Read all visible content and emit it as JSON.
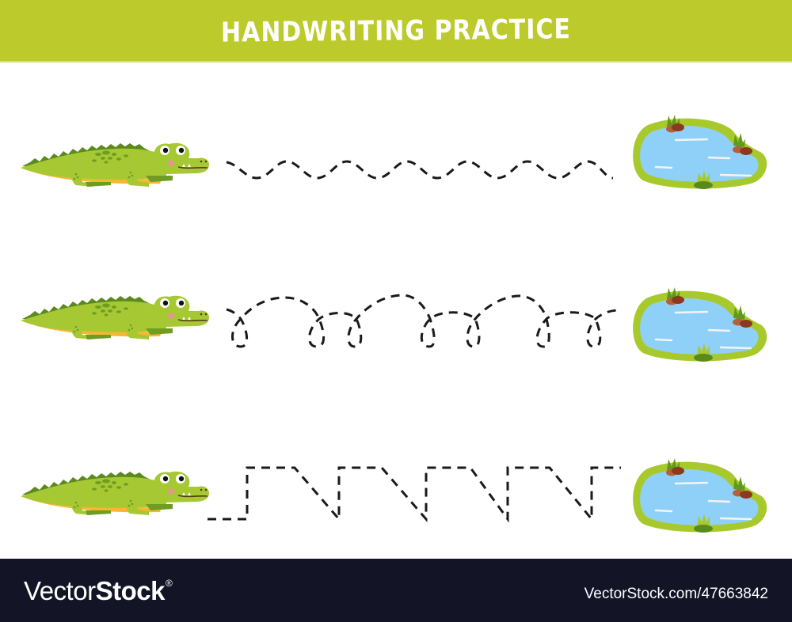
{
  "header": {
    "title": "HANDWRITING PRACTICE",
    "background_color": "#bccb2b",
    "text_color": "#ffffff"
  },
  "rows": [
    {
      "start_image": "crocodile",
      "line_type": "wave",
      "end_image": "pond"
    },
    {
      "start_image": "crocodile",
      "line_type": "loops",
      "end_image": "pond"
    },
    {
      "start_image": "crocodile",
      "line_type": "zigzag-square",
      "end_image": "pond"
    }
  ],
  "colors": {
    "croc_body": "#a6c832",
    "croc_dark": "#5a8a1e",
    "croc_belly": "#f7b731",
    "croc_cheek": "#f28ca0",
    "pond_water": "#8fd0f8",
    "pond_rim": "#a8c92c",
    "rock": "#8b3a1e",
    "trace_line": "#1a1a1a"
  },
  "footer": {
    "logo_light": "Vector",
    "logo_bold": "Stock",
    "logo_mark": "®",
    "image_id": "VectorStock.com/47663842",
    "background_color": "#131526"
  }
}
